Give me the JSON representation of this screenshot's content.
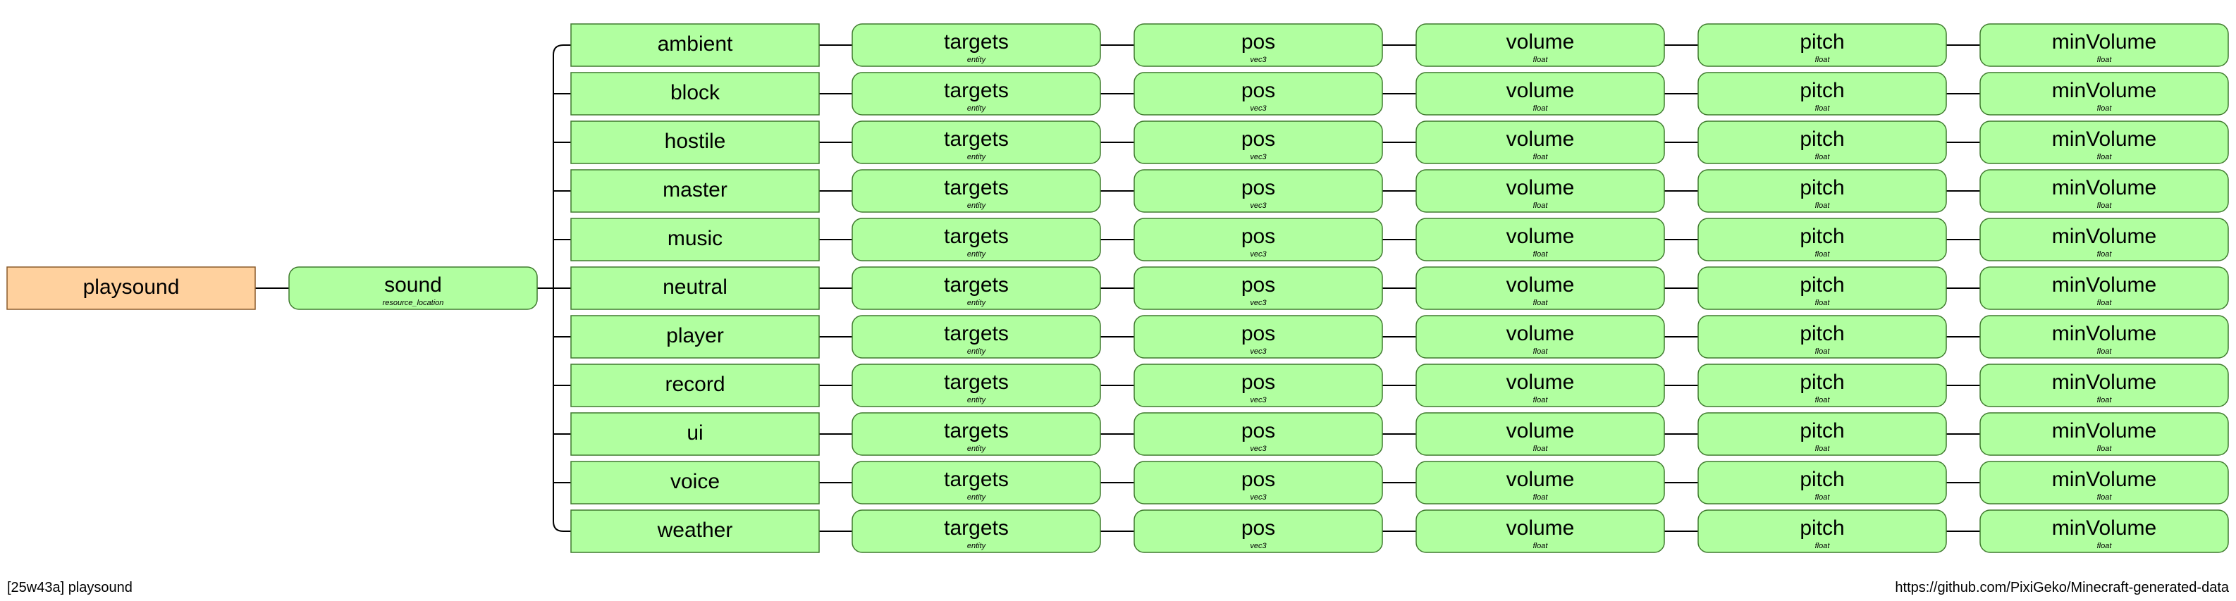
{
  "root": {
    "label": "playsound"
  },
  "sound": {
    "label": "sound",
    "type": "resource_location"
  },
  "categories": [
    "ambient",
    "block",
    "hostile",
    "master",
    "music",
    "neutral",
    "player",
    "record",
    "ui",
    "voice",
    "weather"
  ],
  "arguments": [
    {
      "label": "targets",
      "type": "entity"
    },
    {
      "label": "pos",
      "type": "vec3"
    },
    {
      "label": "volume",
      "type": "float"
    },
    {
      "label": "pitch",
      "type": "float"
    },
    {
      "label": "minVolume",
      "type": "float"
    }
  ],
  "colors": {
    "root_fill": "#ffd19e",
    "literal_fill": "#b1ffa0",
    "argument_fill": "#b1ffa0",
    "stroke": "#3f7a2e",
    "root_stroke": "#8a5a2a",
    "line": "#000000"
  },
  "footer": {
    "left": "[25w43a] playsound",
    "right": "https://github.com/PixiGeko/Minecraft-generated-data"
  }
}
